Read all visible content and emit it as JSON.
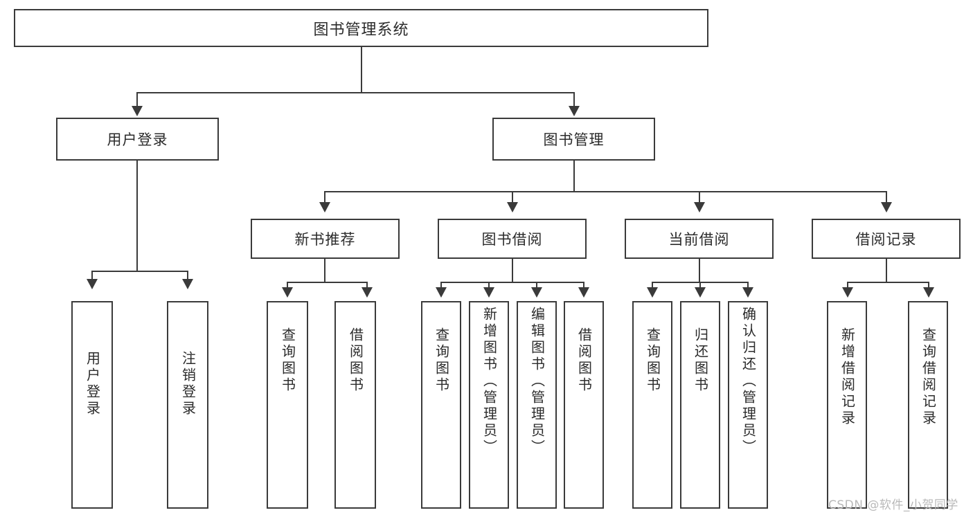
{
  "diagram": {
    "title": "图书管理系统",
    "watermark": "CSDN @软件_小贺同学",
    "accent_color": "#3a3a3a",
    "background_color": "#ffffff",
    "type": "tree-hierarchy",
    "levels": 4
  },
  "nodes": {
    "root": {
      "label": "图书管理系统"
    },
    "level2": [
      {
        "label": "用户登录"
      },
      {
        "label": "图书管理"
      }
    ],
    "level3": [
      {
        "label": "新书推荐"
      },
      {
        "label": "图书借阅"
      },
      {
        "label": "当前借阅"
      },
      {
        "label": "借阅记录"
      }
    ],
    "leaves": {
      "user_login": [
        {
          "label": "用户登录"
        },
        {
          "label": "注销登录"
        }
      ],
      "new_book_recommend": [
        {
          "label": "查询图书"
        },
        {
          "label": "借阅图书"
        }
      ],
      "book_borrow": [
        {
          "label": "查询图书"
        },
        {
          "label": "新增图书（管理员）"
        },
        {
          "label": "编辑图书（管理员）"
        },
        {
          "label": "借阅图书"
        }
      ],
      "current_borrow": [
        {
          "label": "查询图书"
        },
        {
          "label": "归还图书"
        },
        {
          "label": "确认归还（管理员）"
        }
      ],
      "borrow_record": [
        {
          "label": "新增借阅记录"
        },
        {
          "label": "查询借阅记录"
        }
      ]
    }
  }
}
